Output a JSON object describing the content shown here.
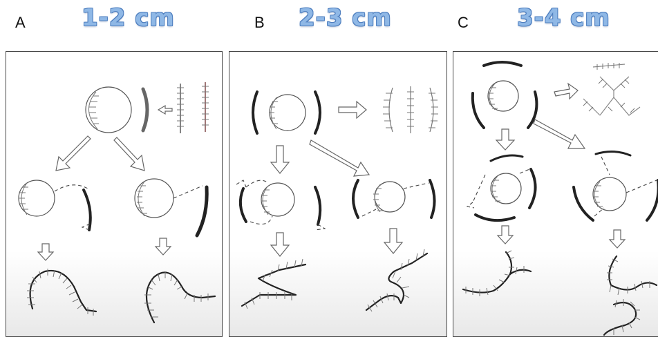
{
  "panels": [
    {
      "letter": "A",
      "title": "1-2 cm"
    },
    {
      "letter": "B",
      "title": "2-3 cm"
    },
    {
      "letter": "C",
      "title": "3-4 cm"
    }
  ]
}
